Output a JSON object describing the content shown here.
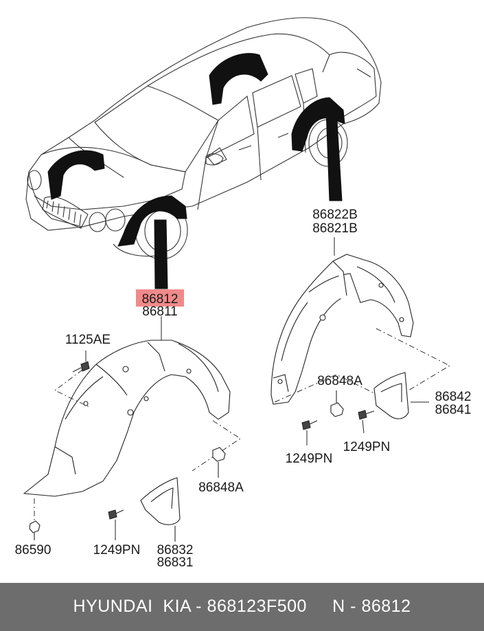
{
  "labels": {
    "rear_liner_b": "86822B",
    "rear_liner_a": "86821B",
    "front_liner_a": "86812",
    "front_liner_b": "86811",
    "bolt_front": "1125AE",
    "nut_rear": "86848A",
    "nut_front": "86848A",
    "rear_mudguard_a": "86842",
    "rear_mudguard_b": "86841",
    "screw_rear_left": "1249PN",
    "screw_rear_right": "1249PN",
    "screw_front": "1249PN",
    "front_mudguard_a": "86832",
    "front_mudguard_b": "86831",
    "clip_front": "86590"
  },
  "highlight_color": "#f08a8a",
  "footer": {
    "text": "HYUNDAI  KIA - 868123F500     N - 86812",
    "background": "#6d6d6d"
  }
}
